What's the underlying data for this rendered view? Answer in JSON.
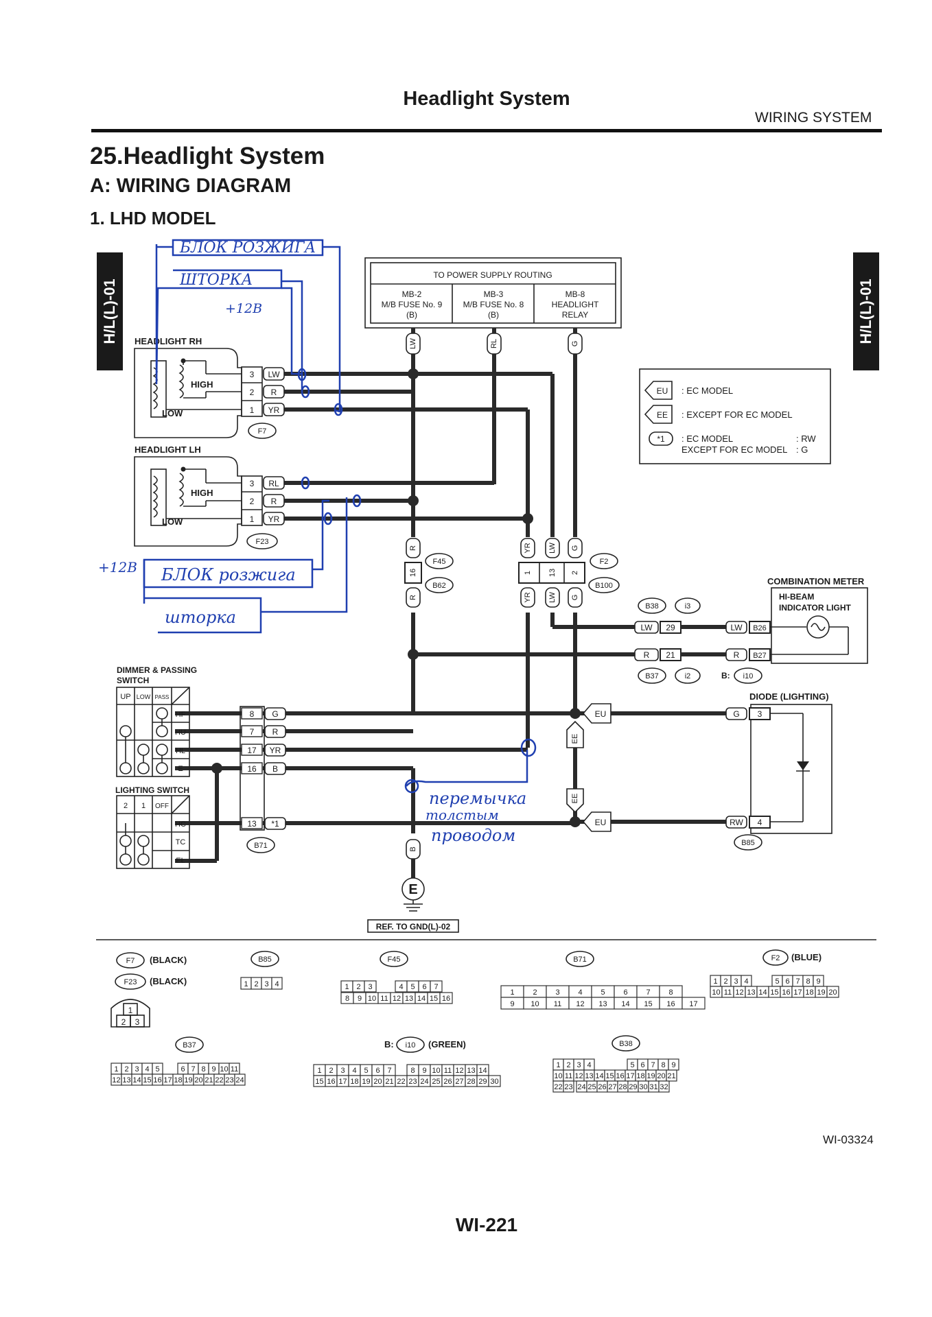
{
  "header": {
    "page_title": "Headlight System",
    "section_label": "WIRING SYSTEM",
    "heading_1": "25.Headlight System",
    "heading_2": "A:  WIRING DIAGRAM",
    "heading_3": "1.  LHD MODEL",
    "side_tab": "H/L(L)-01"
  },
  "power_supply": {
    "title": "TO POWER SUPPLY ROUTING",
    "col1_a": "MB-2",
    "col1_b": "M/B FUSE No. 9",
    "col1_c": "(B)",
    "col2_a": "MB-3",
    "col2_b": "M/B FUSE No. 8",
    "col2_c": "(B)",
    "col3_a": "MB-8",
    "col3_b": "HEADLIGHT",
    "col3_c": "RELAY"
  },
  "legend": {
    "eu": "EU",
    "eu_text": ": EC MODEL",
    "ee": "EE",
    "ee_text": ": EXCEPT FOR EC MODEL",
    "star": "*1",
    "star_line1": ": EC MODEL",
    "star_line1_val": ": RW",
    "star_line2": "EXCEPT FOR EC MODEL",
    "star_line2_val": ": G"
  },
  "headlight_rh": {
    "label": "HEADLIGHT RH",
    "high": "HIGH",
    "low": "LOW",
    "connector": "F7",
    "pins": [
      {
        "n": "3",
        "c": "LW"
      },
      {
        "n": "2",
        "c": "R"
      },
      {
        "n": "1",
        "c": "YR"
      }
    ]
  },
  "headlight_lh": {
    "label": "HEADLIGHT LH",
    "high": "HIGH",
    "low": "LOW",
    "connector": "F23",
    "pins": [
      {
        "n": "3",
        "c": "RL"
      },
      {
        "n": "2",
        "c": "R"
      },
      {
        "n": "1",
        "c": "YR"
      }
    ]
  },
  "wires": {
    "lw": "LW",
    "rl": "RL",
    "g": "G",
    "r": "R",
    "yr": "YR",
    "b": "B",
    "rw": "RW",
    "star": "*1"
  },
  "connectors": {
    "f45": "F45",
    "b62": "B62",
    "f45_pin": "16",
    "f2": "F2",
    "b100": "B100",
    "f2_pins": [
      "1",
      "13",
      "2"
    ],
    "b38": "B38",
    "i3": "i3",
    "b37": "B37",
    "i2": "i2",
    "b_prefix": "B:",
    "i10": "i10",
    "b38_pin": "29",
    "b37_pin": "21",
    "b26": "B26",
    "b27": "B27",
    "b71": "B71",
    "b71_pins": [
      "8",
      "7",
      "17",
      "16",
      "13"
    ],
    "b85": "B85",
    "b85_pins": [
      "3",
      "4"
    ]
  },
  "combination_meter": {
    "label": "COMBINATION METER",
    "sub1": "HI-BEAM",
    "sub2": "INDICATOR LIGHT"
  },
  "diode": {
    "label": "DIODE (LIGHTING)"
  },
  "dimmer_switch": {
    "label1": "DIMMER & PASSING",
    "label2": "SWITCH",
    "cols": [
      "UP",
      "LOW",
      "PASS"
    ],
    "rows": [
      "HF",
      "HU",
      "HL",
      "E"
    ]
  },
  "lighting_switch": {
    "label": "LIGHTING SWITCH",
    "cols": [
      "2",
      "1",
      "OFF"
    ],
    "rows": [
      "HC",
      "TC",
      "EL"
    ]
  },
  "ground": {
    "symbol": "E",
    "ref": "REF. TO GND(L)-02"
  },
  "annotations": {
    "top1": "БЛОК РОЗЖИГА",
    "top2": "ШТОРКА",
    "top_plus": "+12В",
    "bot_plus": "+12В",
    "bot1": "БЛОК розжига",
    "bot2": "шторка",
    "jumper1": "перемычка",
    "jumper2": "толстым",
    "jumper3": "проводом"
  },
  "connector_views": {
    "f7": "F7",
    "f7_color": "(BLACK)",
    "f23": "F23",
    "f23_color": "(BLACK)",
    "f7_pins": [
      "1",
      "2",
      "3"
    ],
    "b85": "B85",
    "b85_pins": [
      "1",
      "2",
      "3",
      "4"
    ],
    "f45": "F45",
    "f45_row1": [
      "1",
      "2",
      "3",
      "4",
      "5",
      "6",
      "7"
    ],
    "f45_row2": [
      "8",
      "9",
      "10",
      "11",
      "12",
      "13",
      "14",
      "15",
      "16"
    ],
    "b71": "B71",
    "b71_row1": [
      "1",
      "2",
      "3",
      "4",
      "5",
      "6",
      "7",
      "8"
    ],
    "b71_row2": [
      "9",
      "10",
      "11",
      "12",
      "13",
      "14",
      "15",
      "16",
      "17"
    ],
    "f2": "F2",
    "f2_color": "(BLUE)",
    "f2_row1": [
      "1",
      "2",
      "3",
      "4",
      "5",
      "6",
      "7",
      "8",
      "9"
    ],
    "f2_row2": [
      "10",
      "11",
      "12",
      "13",
      "14",
      "15",
      "16",
      "17",
      "18",
      "19",
      "20"
    ],
    "b37": "B37",
    "b37_row1": [
      "1",
      "2",
      "3",
      "4",
      "5",
      "6",
      "7",
      "8",
      "9",
      "10",
      "11"
    ],
    "b37_row2": [
      "12",
      "13",
      "14",
      "15",
      "16",
      "17",
      "18",
      "19",
      "20",
      "21",
      "22",
      "23",
      "24"
    ],
    "i10_prefix": "B:",
    "i10": "i10",
    "i10_color": "(GREEN)",
    "i10_row1": [
      "1",
      "2",
      "3",
      "4",
      "5",
      "6",
      "7",
      "8",
      "9",
      "10",
      "11",
      "12",
      "13",
      "14"
    ],
    "i10_row2": [
      "15",
      "16",
      "17",
      "18",
      "19",
      "20",
      "21",
      "22",
      "23",
      "24",
      "25",
      "26",
      "27",
      "28",
      "29",
      "30"
    ],
    "b38": "B38",
    "b38_row1": [
      "1",
      "2",
      "3",
      "4",
      "5",
      "6",
      "7",
      "8",
      "9"
    ],
    "b38_row2": [
      "10",
      "11",
      "12",
      "13",
      "14",
      "15",
      "16",
      "17",
      "18",
      "19",
      "20",
      "21"
    ],
    "b38_row3": [
      "22",
      "23",
      "24",
      "25",
      "26",
      "27",
      "28",
      "29",
      "30",
      "31",
      "32"
    ]
  },
  "footer": {
    "diagram_id": "WI-03324",
    "page_number": "WI-221"
  }
}
